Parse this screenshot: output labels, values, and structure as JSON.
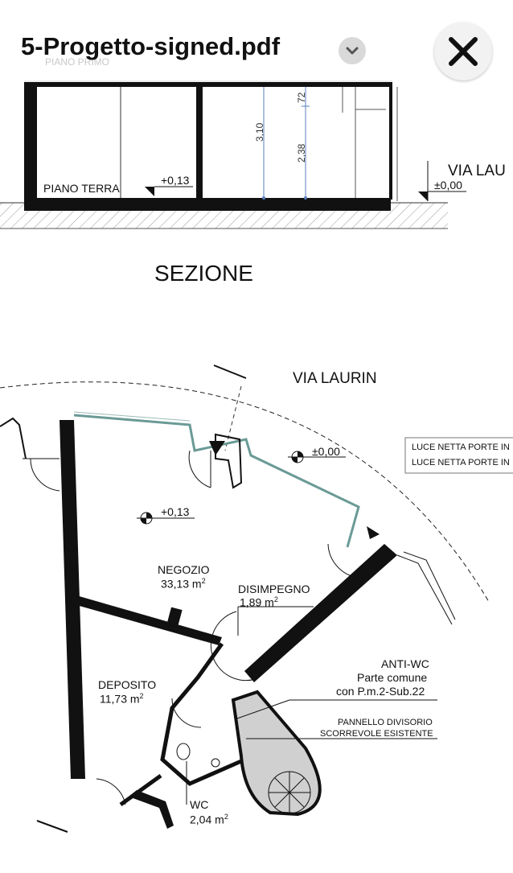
{
  "header": {
    "title": "5-Progetto-signed.pdf",
    "menu_icon": "chevron-down-icon",
    "close_icon": "close-icon"
  },
  "section": {
    "top_faded_label": "PIANO PRIMO",
    "ground_label": "PIANO TERRA",
    "level_inside": "+0,13",
    "dim_total": "3,10",
    "dim_72": "72",
    "dim_238": "2,38",
    "street_label": "VIA LAU",
    "street_level": "±0,00",
    "title": "SEZIONE"
  },
  "plan": {
    "street": "VIA LAURIN",
    "street_level": "±0,00",
    "inside_level": "+0,13",
    "legend": [
      "LUCE NETTA PORTE IN",
      "LUCE NETTA PORTE IN"
    ],
    "rooms": {
      "negozio": {
        "name": "NEGOZIO",
        "area": "33,13 m"
      },
      "disimpegno": {
        "name": "DISIMPEGNO",
        "area": "1,89 m"
      },
      "deposito": {
        "name": "DEPOSITO",
        "area": "11,73 m"
      },
      "wc": {
        "name": "WC",
        "area": "2,04 m"
      },
      "anti_wc": {
        "name": "ANTI-WC",
        "line1": "Parte comune",
        "line2": "con P.m.2-Sub.22"
      }
    },
    "pannello": [
      "PANNELLO DIVISORIO",
      "SCORREVOLE ESISTENTE"
    ],
    "sup": "2"
  }
}
